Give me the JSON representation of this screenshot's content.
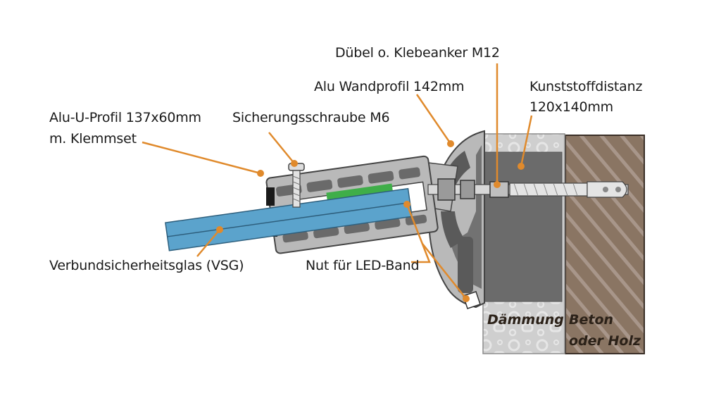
{
  "labels": {
    "duebel": "Dübel o. Klebeanker M12",
    "wandprofil": "Alu Wandprofil 142mm",
    "distanz_1": "Kunststoffdistanz",
    "distanz_2": "120x140mm",
    "uprofil_1": "Alu-U-Profil 137x60mm",
    "uprofil_2": "m. Klemmset",
    "schraube": "Sicherungsschraube M6",
    "glas": "Verbundsicherheitsglas (VSG)",
    "nut": "Nut für LED-Band"
  },
  "materials": {
    "daemmung": "Dämmung",
    "beton_1": "Beton",
    "beton_2": "oder Holz"
  },
  "colors": {
    "leader": "#e08a2c",
    "glass": "#5ba3cc",
    "aluminium": "#b9b9b9",
    "wall": "#8a7563",
    "distance_block": "#6b6b6b",
    "insulation": "#cfcfcf",
    "gasket": "#3fae49"
  }
}
